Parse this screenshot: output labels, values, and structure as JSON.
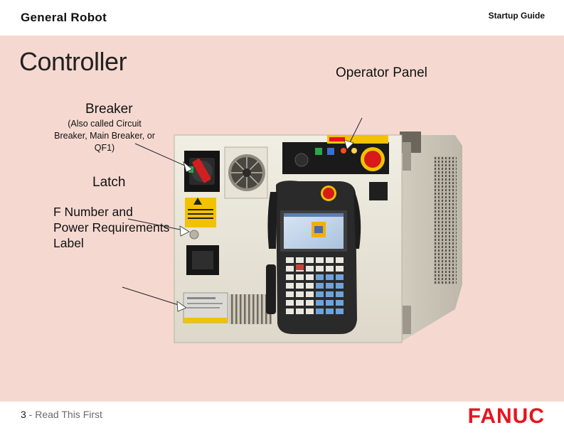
{
  "header": {
    "left_title": "General Robot",
    "right_title": "Startup Guide"
  },
  "slide": {
    "title": "Controller"
  },
  "labels": {
    "operator_panel": "Operator Panel",
    "breaker": "Breaker",
    "breaker_note": "(Also called Circuit Breaker, Main Breaker, or QF1)",
    "latch": "Latch",
    "f_number_label": [
      "F Number and",
      "Power Requirements",
      "Label"
    ]
  },
  "footer": {
    "page_number": "3",
    "page_separator": " - ",
    "section": "Read This First",
    "logo": "FANUC"
  },
  "colors": {
    "content_bg": "#f5d9d0",
    "logo_red": "#e8141e",
    "cabinet": "#ece8dc",
    "panel_black": "#1a1a1a",
    "pendant_dark": "#2a2a2a",
    "estop_red": "#d81a1a",
    "warning_yellow": "#f2c200"
  }
}
